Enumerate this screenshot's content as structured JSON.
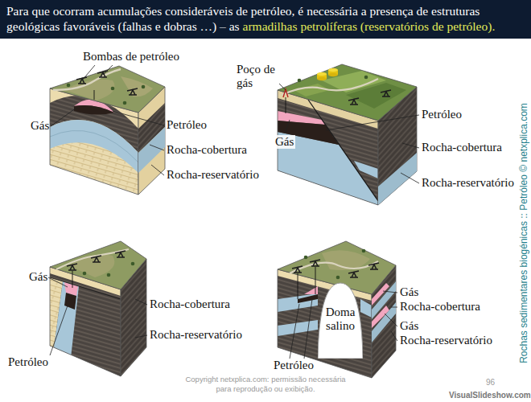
{
  "diagram": {
    "title": "Para que ocorram acumulações consideráveis de petróleo, é necessária a presença de estruturas geológicas favoráveis (falhas e dobras …) – as",
    "nodes": [
      {
        "text": [
          "Doma salino"
        ]
      }
    ],
    "labels": [
      "armadilhas petrolíferas (reservatórios de petróleo).",
      "Bombas de petróleo",
      "Gás",
      "Petróleo",
      "Rocha-cobertura",
      "Rocha-reservatório",
      "Poço de gás",
      "Petróleo",
      "Gás",
      "Rocha-cobertura",
      "Rocha-reservatório",
      "Gás",
      "Rocha-cobertura",
      "Rocha-reservatório",
      "Petróleo",
      "Gás",
      "Rocha-cobertura",
      "Gás",
      "Rocha-reservatório",
      "Petróleo",
      "Rochas sedimentares biogénicas :: Petróleo © netxplica.com",
      "Copyright netxplica.com: permissão necessária para reprodução ou exibição.",
      "96",
      "VisualSlideshow.com"
    ]
  }
}
